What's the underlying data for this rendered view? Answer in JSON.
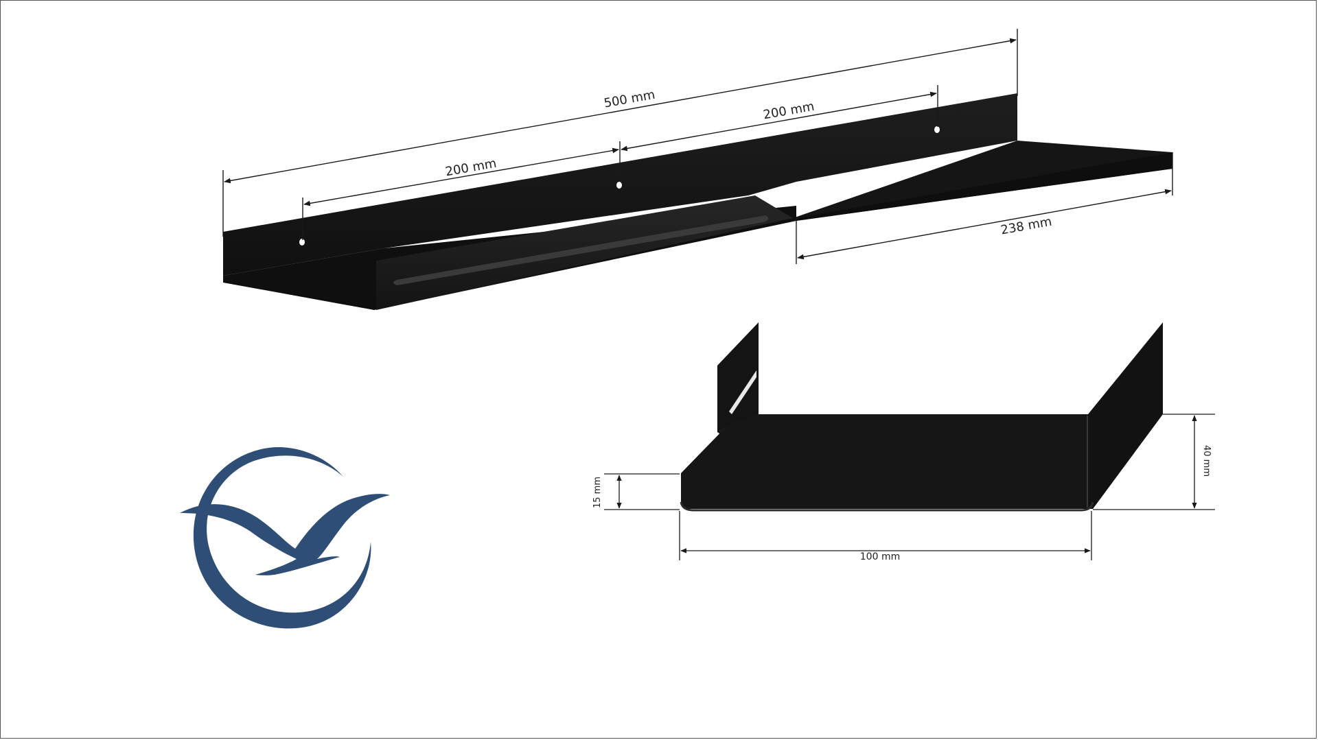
{
  "colors": {
    "product": "#161616",
    "product_edge": "#2a2a2a",
    "dimension_line": "#1a1a1a",
    "logo": "#2f4e75"
  },
  "icons": {
    "logo": "bird-crescent-logo-icon"
  },
  "top_view": {
    "dim_total": "500 mm",
    "dim_left_spacing": "200 mm",
    "dim_right_spacing": "200 mm",
    "dim_shelf_depth": "238 mm"
  },
  "side_view": {
    "dim_width": "100 mm",
    "dim_height": "40 mm",
    "dim_lip": "15 mm"
  }
}
